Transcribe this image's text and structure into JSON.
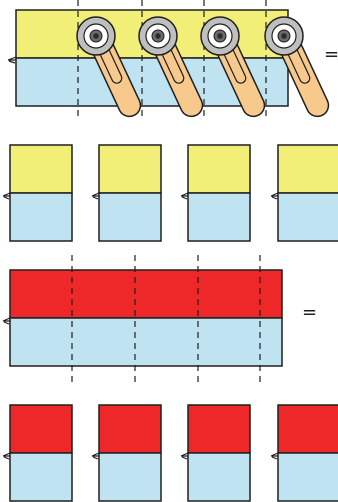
{
  "diagram": {
    "equals_sign": "=",
    "colors": {
      "yellow": "#f1ef77",
      "blue": "#bfe3f1",
      "red": "#ee2828",
      "outline": "#1f1f1f",
      "cutter_handle": "#f7c98c",
      "cutter_disc": "#bfbfbf"
    },
    "rows": [
      {
        "top_color": "yellow",
        "cut_count": 4,
        "has_cutters": true
      },
      {
        "top_color": "yellow",
        "piece_count": 4
      },
      {
        "top_color": "red",
        "cut_count": 4,
        "has_cutters": false
      },
      {
        "top_color": "red",
        "piece_count": 4
      }
    ]
  }
}
